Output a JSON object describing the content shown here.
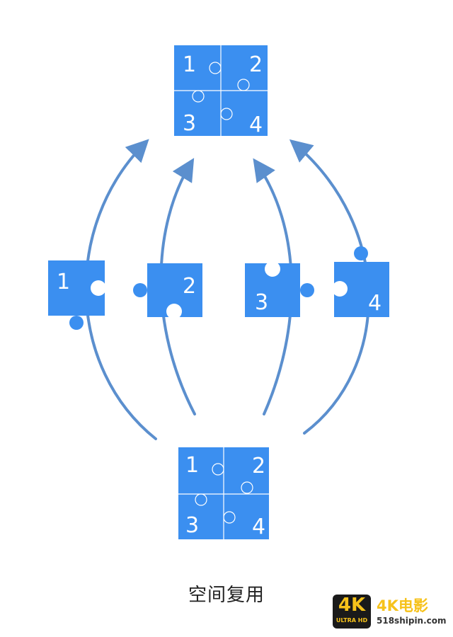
{
  "caption": "空间复用",
  "colors": {
    "piece": "#3b8ff0",
    "arrow": "#5b8fce",
    "divider": "#ffffff"
  },
  "pieces": {
    "p1": "1",
    "p2": "2",
    "p3": "3",
    "p4": "4"
  },
  "watermark": {
    "badge": "4K",
    "badge_sub": "ULTRA HD",
    "name": "4K电影",
    "site": "518shipin.com"
  }
}
